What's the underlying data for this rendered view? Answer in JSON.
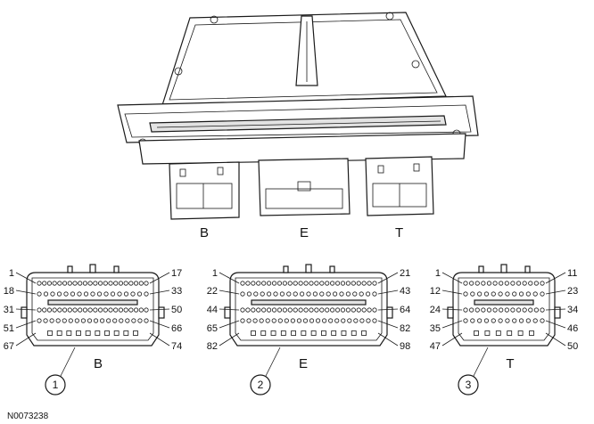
{
  "module_labels": {
    "b": "B",
    "e": "E",
    "t": "T"
  },
  "connectors": [
    {
      "label": "B",
      "callout": "1",
      "pins": {
        "r1_left": "1",
        "r1_right": "17",
        "r2_left": "18",
        "r2_right": "33",
        "r3_left": "31",
        "r3_right": "50",
        "r4_left": "51",
        "r4_right": "66",
        "r5_left": "67",
        "r5_right": "74"
      }
    },
    {
      "label": "E",
      "callout": "2",
      "pins": {
        "r1_left": "1",
        "r1_right": "21",
        "r2_left": "22",
        "r2_right": "43",
        "r3_left": "44",
        "r3_right": "64",
        "r4_left": "65",
        "r4_right": "82",
        "r5_left": "82",
        "r5_right": "98"
      }
    },
    {
      "label": "T",
      "callout": "3",
      "pins": {
        "r1_left": "1",
        "r1_right": "11",
        "r2_left": "12",
        "r2_right": "23",
        "r3_left": "24",
        "r3_right": "34",
        "r4_left": "35",
        "r4_right": "46",
        "r5_left": "47",
        "r5_right": "50"
      }
    }
  ],
  "figure_code": "N0073238"
}
